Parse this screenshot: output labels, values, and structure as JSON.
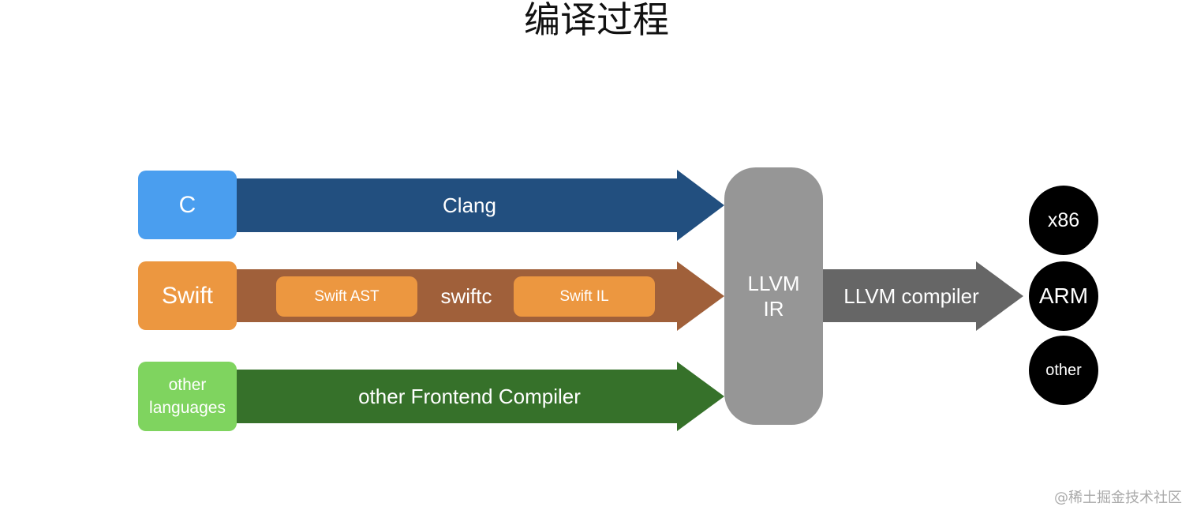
{
  "title": "编译过程",
  "colors": {
    "c_box": "#4a9eef",
    "clang_arrow": "#224f7f",
    "swift_box": "#ec9740",
    "swiftc_arrow": "#a0603a",
    "swift_pill": "#ec9740",
    "other_box": "#7fd45f",
    "other_arrow": "#36712a",
    "llvm_ir": "#969696",
    "llvm_arrow": "#666666",
    "target": "#000000"
  },
  "languages": [
    {
      "label": "C"
    },
    {
      "label": "Swift"
    },
    {
      "label": "other languages"
    }
  ],
  "frontends": {
    "clang": "Clang",
    "swiftc": "swiftc",
    "swift_ast": "Swift AST",
    "swift_il": "Swift IL",
    "other": "other Frontend Compiler"
  },
  "ir": {
    "line1": "LLVM",
    "line2": "IR"
  },
  "backend": "LLVM compiler",
  "targets": [
    {
      "label": "x86"
    },
    {
      "label": "ARM"
    },
    {
      "label": "other"
    }
  ],
  "watermark": "@稀土掘金技术社区"
}
